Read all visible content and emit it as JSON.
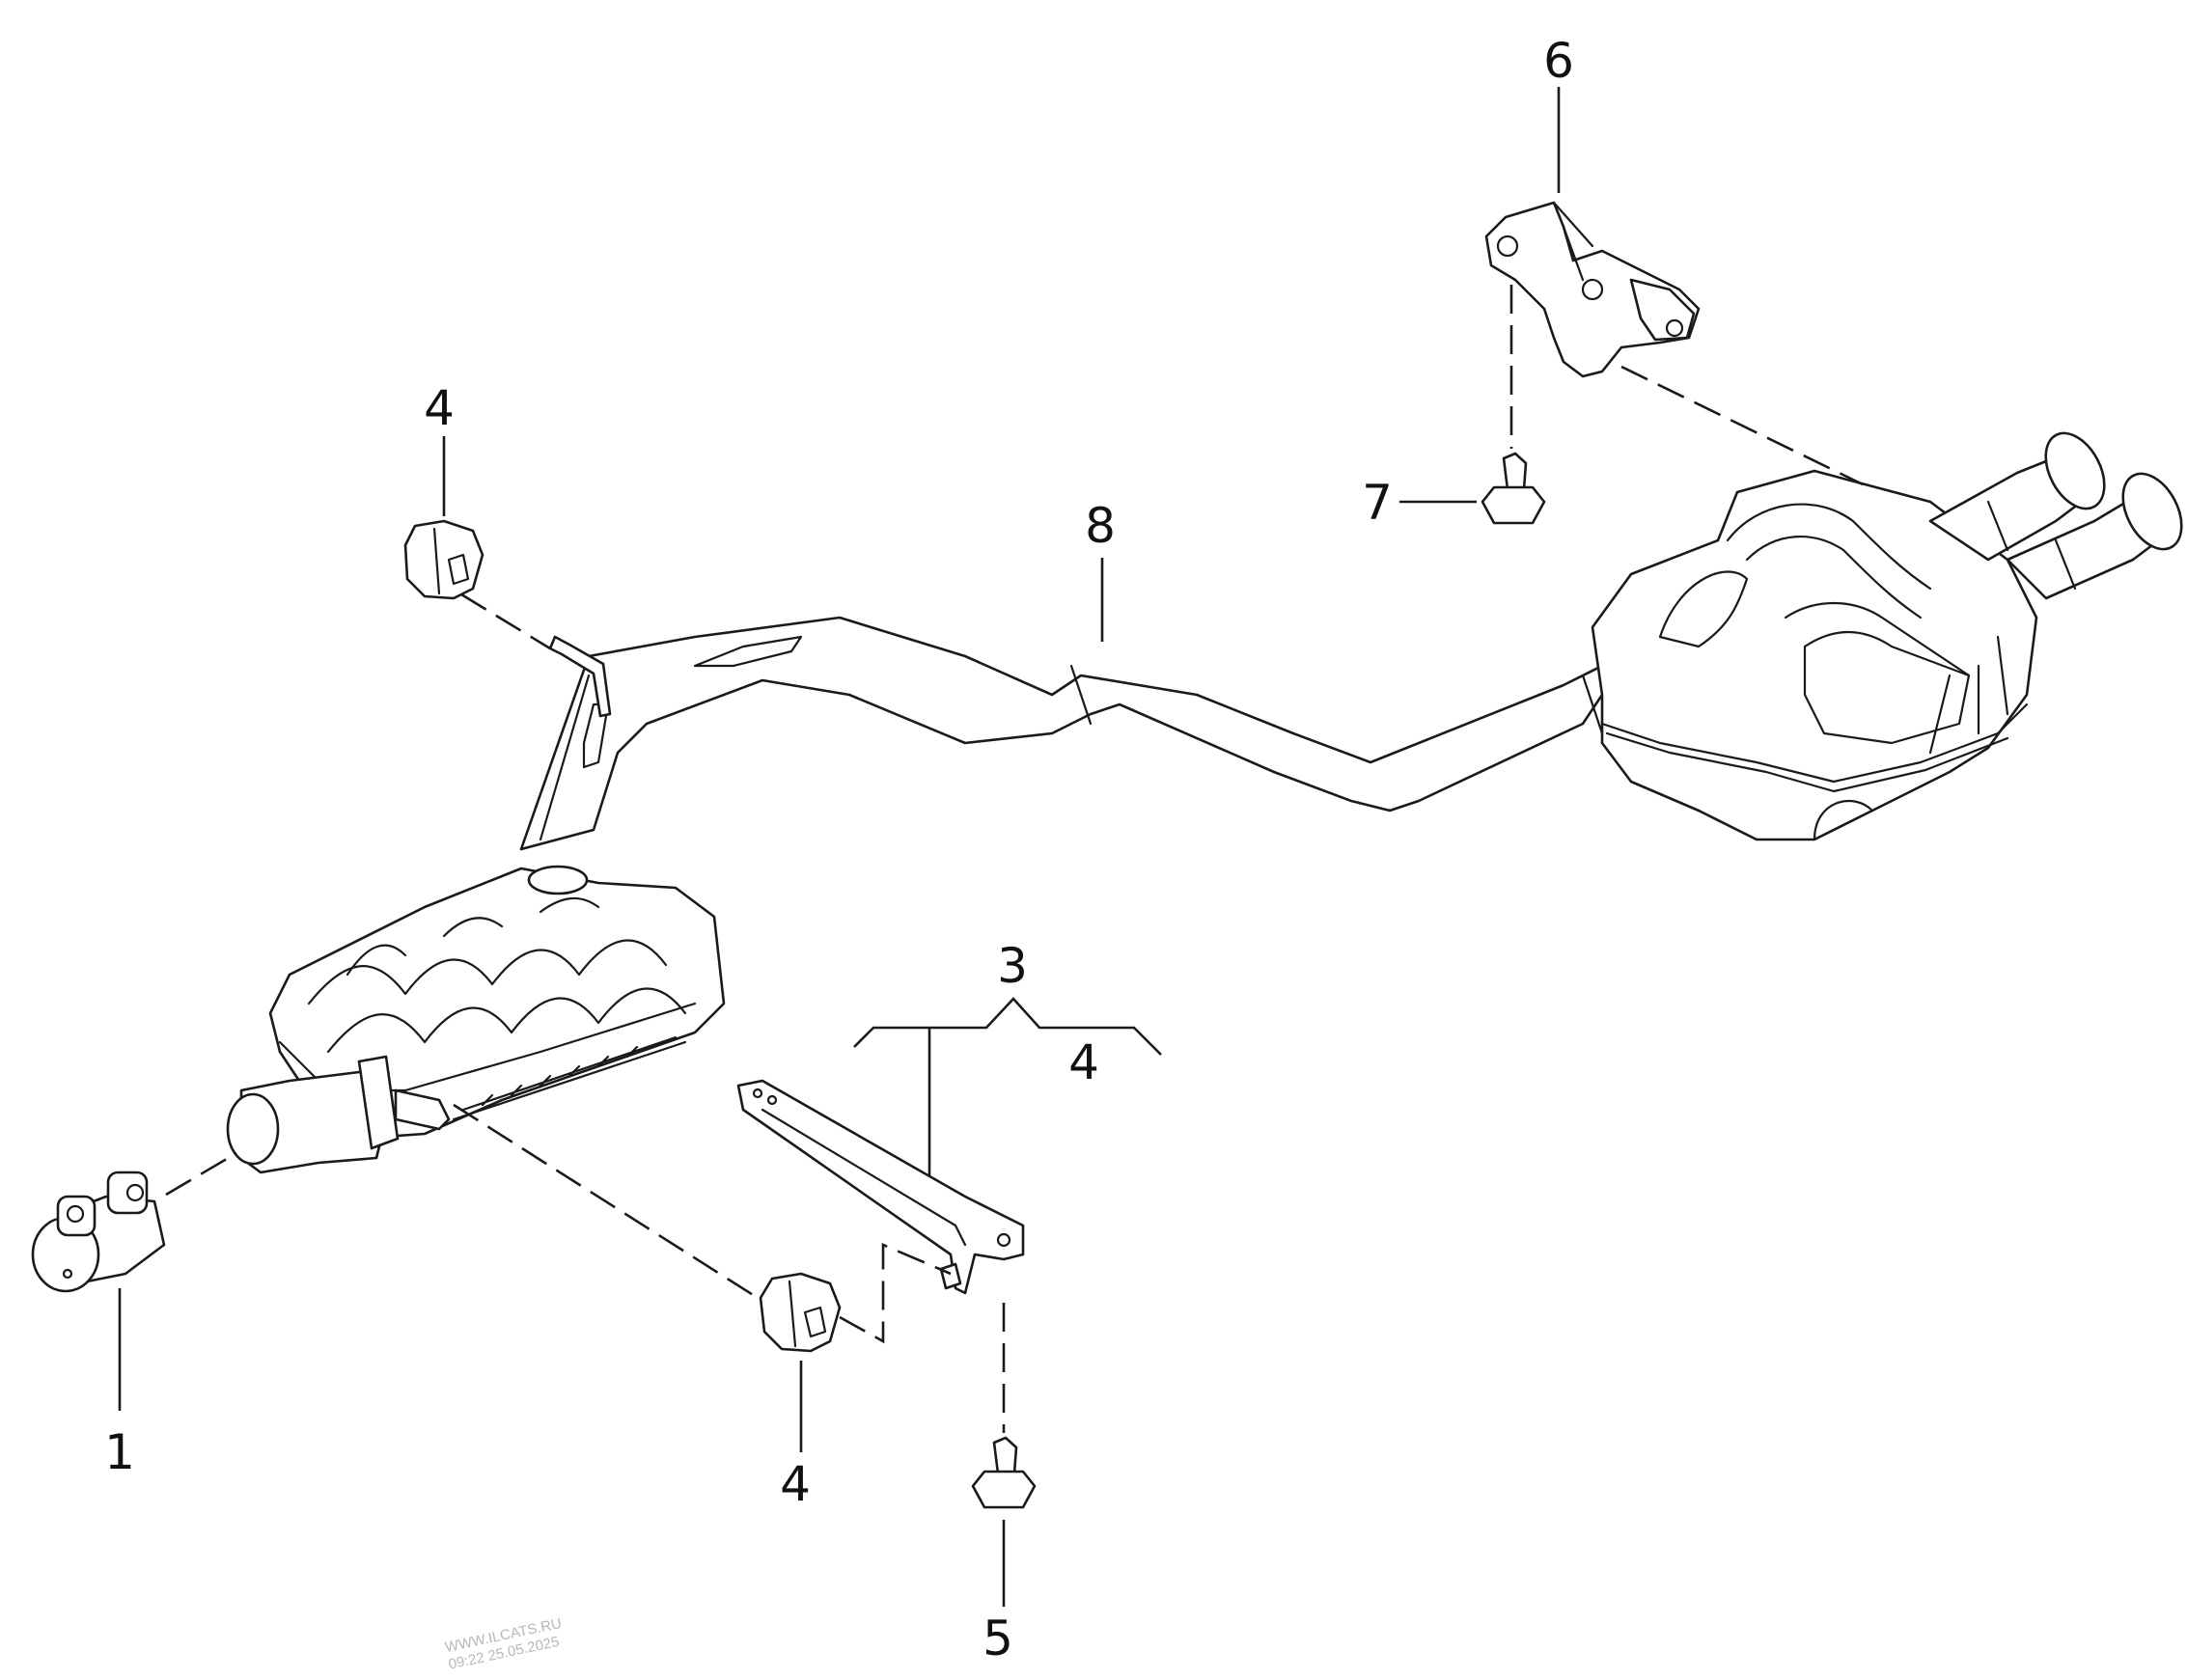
{
  "labels": {
    "clamp": "1",
    "bracket_set": "3",
    "bracket_set_sub": "4",
    "mount_top_left": "4",
    "mount_bottom": "4",
    "bolt_bottom": "5",
    "hanger_bracket": "6",
    "bolt_top": "7",
    "pipe_assembly": "8"
  },
  "watermark": {
    "line1": "WWW.ILCATS.RU",
    "line2": "09:22 25.05.2025"
  }
}
